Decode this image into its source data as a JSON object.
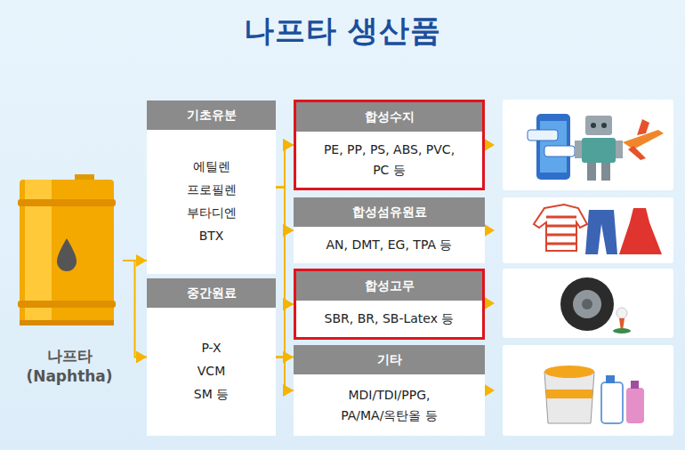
{
  "diagram": {
    "title": "나프타 생산품",
    "nodes": [
      {
        "text": [
          "나프타 (Naphtha)"
        ]
      },
      {
        "text": [
          "기초유분",
          "에틸렌 프로필렌 부타디엔 BTX"
        ]
      },
      {
        "text": [
          "중간원료",
          "P-X VCM SM 등"
        ]
      },
      {
        "text": [
          "합성수지",
          "PE, PP, PS, ABS, PVC, PC 등"
        ]
      },
      {
        "text": [
          "합성섬유원료",
          "AN, DMT, EG, TPA 등"
        ]
      },
      {
        "text": [
          "합성고무",
          "SBR, BR, SB-Latex 등"
        ]
      },
      {
        "text": [
          "기타",
          "MDI/TDI/PPG, PA/MA/옥탄올 등"
        ]
      }
    ],
    "edges": [
      {
        "from": 0,
        "to": 1,
        "arrow": "to"
      },
      {
        "from": 0,
        "to": 2,
        "arrow": "to"
      },
      {
        "from": 1,
        "to": 3,
        "arrow": "to"
      },
      {
        "from": 1,
        "to": 4,
        "arrow": "to"
      },
      {
        "from": 1,
        "to": 5,
        "arrow": "to"
      },
      {
        "from": 1,
        "to": 6,
        "arrow": "to"
      },
      {
        "from": 2,
        "to": 3,
        "arrow": "to"
      },
      {
        "from": 2,
        "to": 4,
        "arrow": "to"
      },
      {
        "from": 2,
        "to": 5,
        "arrow": "to"
      },
      {
        "from": 2,
        "to": 6,
        "arrow": "to"
      }
    ]
  }
}
